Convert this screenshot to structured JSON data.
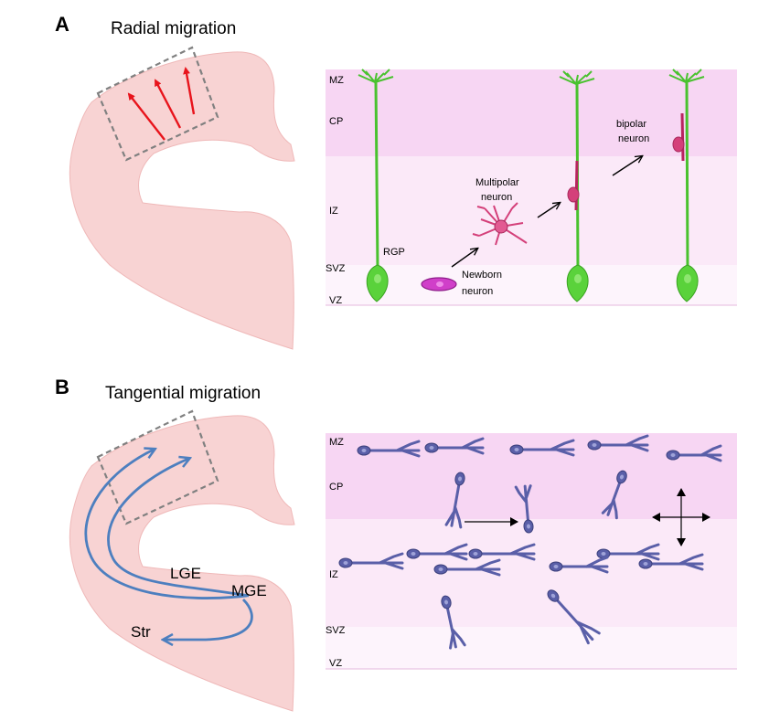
{
  "panel_a": {
    "letter": "A",
    "title": "Radial migration",
    "layers": [
      "MZ",
      "CP",
      "IZ",
      "SVZ",
      "VZ"
    ],
    "labels": {
      "rgp": "RGP",
      "newborn_line1": "Newborn",
      "newborn_line2": "neuron",
      "multipolar_line1": "Multipolar",
      "multipolar_line2": "neuron",
      "bipolar_line1": "bipolar",
      "bipolar_line2": "neuron"
    }
  },
  "panel_b": {
    "letter": "B",
    "title": "Tangential migration",
    "layers": [
      "MZ",
      "CP",
      "IZ",
      "SVZ",
      "VZ"
    ],
    "labels": {
      "lge": "LGE",
      "mge": "MGE",
      "str": "Str"
    }
  },
  "colors": {
    "brain": "#f8d3d3",
    "mz_cp_band": "#f7d6f3",
    "iz_band": "#fbe9f8",
    "svz_band": "#fdf4fc",
    "rgp_cell": "#49c22e",
    "migrating_neuron": "#d4407a",
    "newborn_neuron": "#d03fc9",
    "interneuron": "#5a5fa8",
    "radial_arrow": "#e8141c",
    "tangential_arrow": "#4d7fbf",
    "dashed_box": "#808080"
  }
}
